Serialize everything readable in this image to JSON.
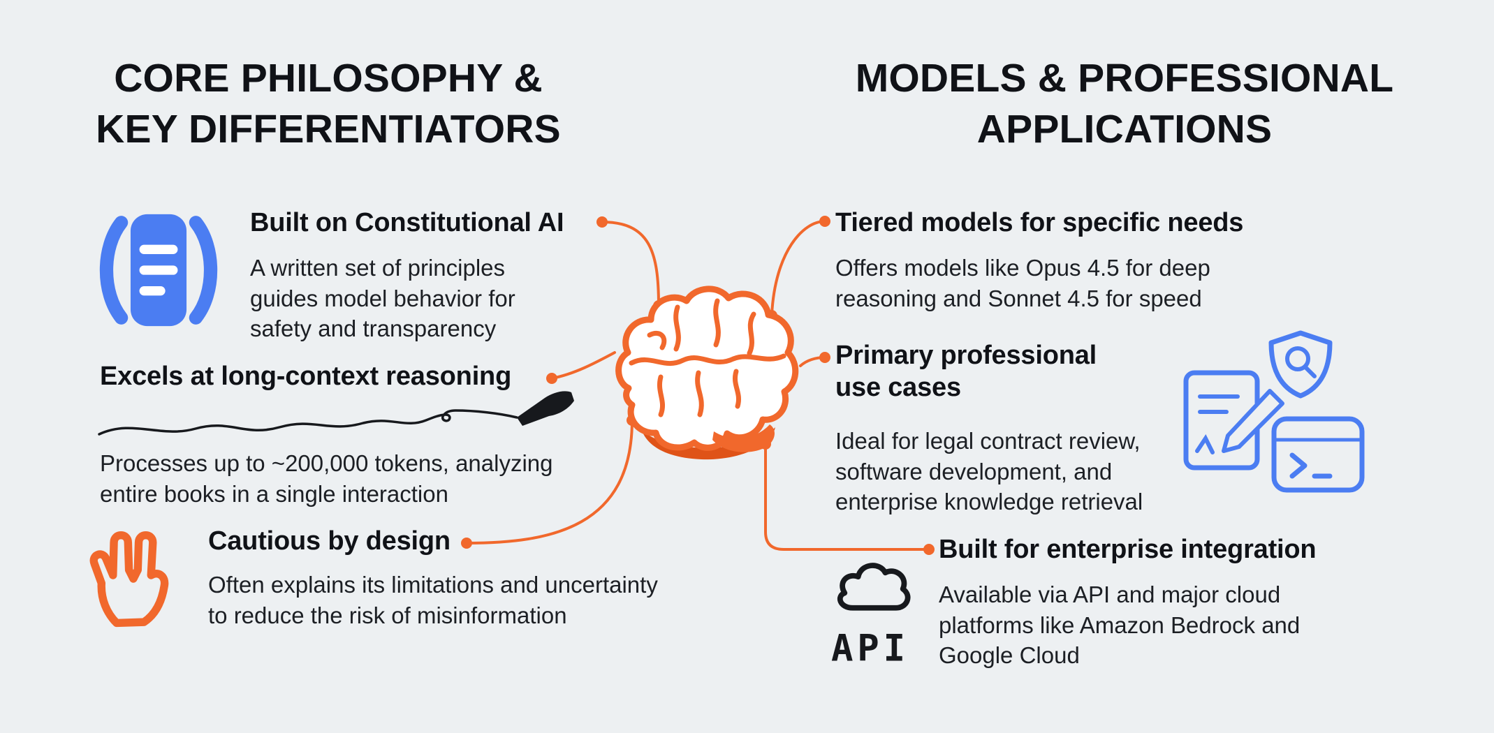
{
  "infographic": {
    "colors": {
      "background": "#edf0f2",
      "orange": "#f1682c",
      "orange_dark": "#df5318",
      "blue": "#4b7df2",
      "ink": "#17191d"
    },
    "left": {
      "title_lines": [
        "CORE PHILOSOPHY &",
        "KEY DIFFERENTIATORS"
      ],
      "item1": {
        "icon": "document-icon",
        "heading": "Built on Constitutional AI",
        "body_lines": [
          "A written set of principles",
          "guides model behavior for",
          "safety and transparency"
        ]
      },
      "item2": {
        "icon": "pen-squiggle-icon",
        "heading": "Excels at long-context reasoning",
        "body_lines": [
          "Processes up to ~200,000 tokens, analyzing",
          "entire books in a single interaction"
        ]
      },
      "item3": {
        "icon": "vulcan-hand-icon",
        "heading": "Cautious by design",
        "body_lines": [
          "Often explains its limitations and uncertainty",
          "to reduce the risk of misinformation"
        ]
      }
    },
    "center": {
      "icon": "brain-icon"
    },
    "right": {
      "title_lines": [
        "MODELS & PROFESSIONAL",
        "APPLICATIONS"
      ],
      "item1": {
        "heading": "Tiered models for specific needs",
        "body_lines": [
          "Offers models like Opus 4.5 for deep",
          "reasoning and Sonnet 4.5 for speed"
        ]
      },
      "item2": {
        "heading_lines": [
          "Primary professional",
          "use cases"
        ],
        "body_lines": [
          "Ideal for legal contract review,",
          "software development, and",
          "enterprise knowledge retrieval"
        ],
        "icons": [
          "document-pencil-icon",
          "shield-search-icon",
          "terminal-icon"
        ]
      },
      "item3": {
        "icon": "cloud-api-icon",
        "heading": "Built for enterprise integration",
        "body_lines": [
          "Available via API and major cloud",
          "platforms like Amazon Bedrock and",
          "Google Cloud"
        ]
      }
    },
    "icons": {
      "api_label": "API"
    }
  }
}
